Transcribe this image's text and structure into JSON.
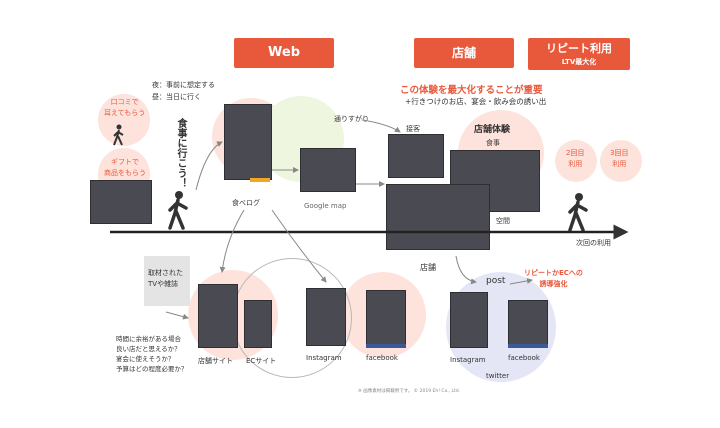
{
  "headers": {
    "web": "Web",
    "store": "店舗",
    "repeat": "リピート利用",
    "repeat_sub": "LTV最大化"
  },
  "store_emphasis": "この体験を最大化することが重要",
  "store_sub": "+行きつけのお店、宴会・飲み会の誘い出",
  "legend": {
    "line1": "夜：事前に想定する",
    "line2": "昼：当日に行く"
  },
  "left_labels": {
    "word_of_mouth": "口コミで\n耳えてもらう",
    "gift": "ギフトで\n商品をもらう"
  },
  "vertical_text": "食事に行こう！",
  "passing_by": "通りすがり",
  "tabelog": "食べログ",
  "google_map": "Google map",
  "store_experience": "店舗体験",
  "reception": "接客",
  "meal": "食事",
  "space": "空間",
  "visit_2": "2回目\n利用",
  "visit_3": "3回目\n利用",
  "next_use": "次回の利用",
  "store_label": "店舗",
  "tv_magazine": "取材された\nTVや雑誌",
  "store_site": "店舗サイト",
  "ec_site": "ECサイト",
  "instagram": "Instagram",
  "facebook": "facebook",
  "post": "post",
  "repeat_ec": "リピートかECへの\n誘導強化",
  "instagram2": "Instagram",
  "facebook2": "facebook",
  "twitter": "twitter",
  "questions": "時間に余裕がある場合\n良い店だと思えるか？\n宴会に使えそうか？\n予算はどの程度必要か？",
  "footnote": "※ 画像素材は掲載例です。 © 2019 Eh! Co., Ltd.",
  "colors": {
    "accent": "#e8593c",
    "photo": "#4a4a52",
    "pink_circle": "#fde3dc",
    "green_circle": "#eef6df",
    "blue_circle": "#e4e6f5"
  }
}
